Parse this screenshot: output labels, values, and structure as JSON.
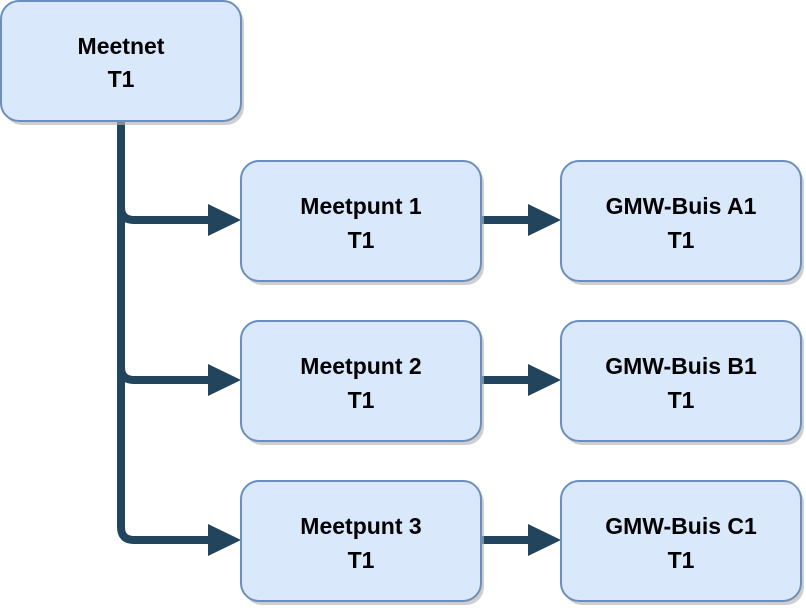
{
  "colors": {
    "node_fill": "#dae8fc",
    "node_stroke": "#6c8ebf",
    "edge": "#23445d"
  },
  "nodes": {
    "meetnet": {
      "line1": "Meetnet",
      "line2": "T1"
    },
    "meetpunt1": {
      "line1": "Meetpunt 1",
      "line2": "T1"
    },
    "meetpunt2": {
      "line1": "Meetpunt 2",
      "line2": "T1"
    },
    "meetpunt3": {
      "line1": "Meetpunt 3",
      "line2": "T1"
    },
    "buis_a1": {
      "line1": "GMW-Buis A1",
      "line2": "T1"
    },
    "buis_b1": {
      "line1": "GMW-Buis B1",
      "line2": "T1"
    },
    "buis_c1": {
      "line1": "GMW-Buis C1",
      "line2": "T1"
    }
  },
  "edges": [
    {
      "from": "meetnet",
      "to": "meetpunt1"
    },
    {
      "from": "meetnet",
      "to": "meetpunt2"
    },
    {
      "from": "meetnet",
      "to": "meetpunt3"
    },
    {
      "from": "meetpunt1",
      "to": "buis_a1"
    },
    {
      "from": "meetpunt2",
      "to": "buis_b1"
    },
    {
      "from": "meetpunt3",
      "to": "buis_c1"
    }
  ]
}
